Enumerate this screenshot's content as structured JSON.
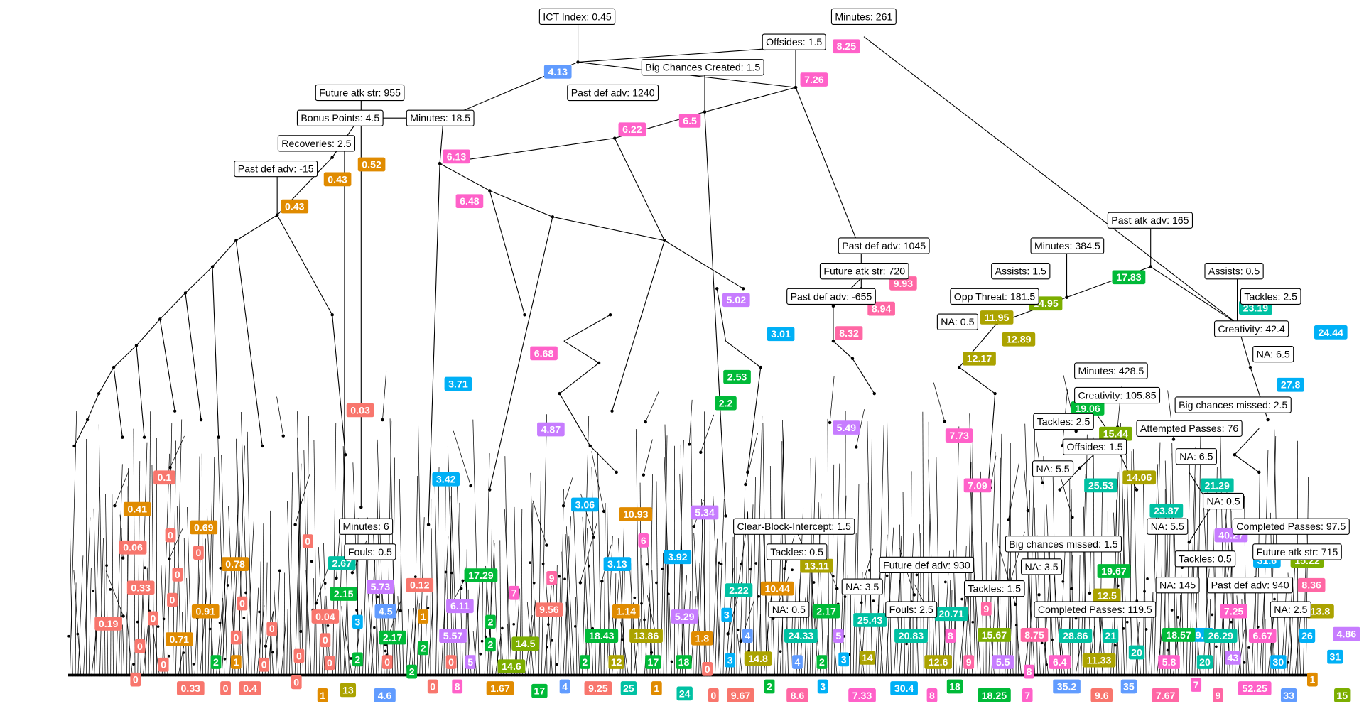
{
  "colors": {
    "s": "#F8766D",
    "o": "#E08B00",
    "y": "#ABA300",
    "g": "#00BA38",
    "l": "#7CAE00",
    "t": "#00C1A3",
    "b": "#00B0F6",
    "v": "#619CFF",
    "p": "#C77CFF",
    "k": "#FF61C9",
    "m": "#FF67A4"
  },
  "splits": [
    "ICT Index: 0.45",
    "Minutes: 261",
    "Offsides: 1.5",
    "Big Chances Created: 1.5",
    "Future atk str: 955",
    "Past def adv: 1240",
    "Bonus Points: 4.5",
    "Minutes: 18.5",
    "Recoveries: 2.5",
    "Past def adv: -15",
    "Past atk adv: 165",
    "Past def adv: 1045",
    "Minutes: 384.5",
    "Future atk str: 720",
    "Assists: 1.5",
    "Assists: 0.5",
    "Past def adv: -655",
    "Opp Threat: 181.5",
    "Tackles: 2.5",
    "NA: 0.5",
    "Creativity: 42.4",
    "NA: 6.5",
    "Minutes: 428.5",
    "Creativity: 105.85",
    "Big chances missed: 2.5",
    "Tackles: 2.5",
    "Attempted Passes: 76",
    "Offsides: 1.5",
    "NA: 6.5",
    "NA: 5.5",
    "NA: 0.5",
    "Clear-Block-Intercept: 1.5",
    "Minutes: 6",
    "Completed Passes: 97.5",
    "Big chances missed: 1.5",
    "Fouls: 0.5",
    "Tackles: 0.5",
    "Future atk str: 715",
    "NA: 5.5",
    "Tackles: 0.5",
    "Future def adv: 930",
    "NA: 3.5",
    "NA: 3.5",
    "Tackles: 1.5",
    "NA: 145",
    "Past def adv: 940",
    "NA: 0.5",
    "Fouls: 2.5",
    "Completed Passes: 119.5",
    "NA: 2.5"
  ],
  "values": [
    {
      "v": "8.25",
      "c": "k"
    },
    {
      "v": "4.13",
      "c": "v"
    },
    {
      "v": "7.26",
      "c": "k"
    },
    {
      "v": "6.5",
      "c": "k"
    },
    {
      "v": "6.22",
      "c": "k"
    },
    {
      "v": "6.13",
      "c": "k"
    },
    {
      "v": "0.52",
      "c": "o"
    },
    {
      "v": "0.43",
      "c": "o"
    },
    {
      "v": "0.43",
      "c": "o"
    },
    {
      "v": "6.48",
      "c": "k"
    },
    {
      "v": "17.83",
      "c": "g"
    },
    {
      "v": "9.93",
      "c": "m"
    },
    {
      "v": "8.94",
      "c": "m"
    },
    {
      "v": "5.02",
      "c": "p"
    },
    {
      "v": "14.95",
      "c": "l"
    },
    {
      "v": "11.95",
      "c": "y"
    },
    {
      "v": "23.19",
      "c": "t"
    },
    {
      "v": "3.01",
      "c": "b"
    },
    {
      "v": "8.32",
      "c": "m"
    },
    {
      "v": "12.89",
      "c": "y"
    },
    {
      "v": "24.44",
      "c": "b"
    },
    {
      "v": "6.68",
      "c": "k"
    },
    {
      "v": "12.17",
      "c": "y"
    },
    {
      "v": "2.53",
      "c": "g"
    },
    {
      "v": "3.71",
      "c": "b"
    },
    {
      "v": "27.8",
      "c": "b"
    },
    {
      "v": "2.2",
      "c": "g"
    },
    {
      "v": "0.03",
      "c": "s"
    },
    {
      "v": "19.06",
      "c": "g"
    },
    {
      "v": "4.87",
      "c": "p"
    },
    {
      "v": "5.49",
      "c": "p"
    },
    {
      "v": "7.73",
      "c": "k"
    },
    {
      "v": "15.44",
      "c": "l"
    },
    {
      "v": "0.1",
      "c": "s"
    },
    {
      "v": "3.42",
      "c": "b"
    },
    {
      "v": "25.53",
      "c": "t"
    },
    {
      "v": "14.06",
      "c": "y"
    },
    {
      "v": "7.09",
      "c": "k"
    },
    {
      "v": "3.06",
      "c": "b"
    },
    {
      "v": "10.93",
      "c": "o"
    },
    {
      "v": "0.41",
      "c": "o"
    },
    {
      "v": "5.34",
      "c": "p"
    },
    {
      "v": "21.29",
      "c": "t"
    },
    {
      "v": "23.87",
      "c": "t"
    },
    {
      "v": "0.69",
      "c": "o"
    },
    {
      "v": "0",
      "c": "s"
    },
    {
      "v": "0.06",
      "c": "s"
    },
    {
      "v": "0",
      "c": "s"
    },
    {
      "v": "0",
      "c": "s"
    },
    {
      "v": "6",
      "c": "k"
    },
    {
      "v": "0.78",
      "c": "o"
    },
    {
      "v": "2.67",
      "c": "t"
    },
    {
      "v": "17.29",
      "c": "g"
    },
    {
      "v": "9",
      "c": "m"
    },
    {
      "v": "3.13",
      "c": "b"
    },
    {
      "v": "3.92",
      "c": "b"
    },
    {
      "v": "13.11",
      "c": "y"
    },
    {
      "v": "19.67",
      "c": "g"
    },
    {
      "v": "40.27",
      "c": "p"
    },
    {
      "v": "31.6",
      "c": "b"
    },
    {
      "v": "15.22",
      "c": "l"
    },
    {
      "v": "0.33",
      "c": "s"
    },
    {
      "v": "0",
      "c": "s"
    },
    {
      "v": "5.73",
      "c": "p"
    },
    {
      "v": "0.12",
      "c": "s"
    },
    {
      "v": "7",
      "c": "k"
    },
    {
      "v": "2.15",
      "c": "g"
    },
    {
      "v": "0",
      "c": "s"
    },
    {
      "v": "0.91",
      "c": "o"
    },
    {
      "v": "0",
      "c": "s"
    },
    {
      "v": "10.44",
      "c": "o"
    },
    {
      "v": "2.22",
      "c": "t"
    },
    {
      "v": "8.36",
      "c": "m"
    },
    {
      "v": "12.5",
      "c": "y"
    },
    {
      "v": "0.19",
      "c": "s"
    },
    {
      "v": "0.04",
      "c": "s"
    },
    {
      "v": "3",
      "c": "b"
    },
    {
      "v": "4.5",
      "c": "v"
    },
    {
      "v": "1",
      "c": "o"
    },
    {
      "v": "6.11",
      "c": "p"
    },
    {
      "v": "2",
      "c": "g"
    },
    {
      "v": "9.56",
      "c": "s"
    },
    {
      "v": "1.14",
      "c": "o"
    },
    {
      "v": "5.29",
      "c": "p"
    },
    {
      "v": "1.8",
      "c": "o"
    },
    {
      "v": "0.71",
      "c": "o"
    },
    {
      "v": "0",
      "c": "s"
    },
    {
      "v": "0",
      "c": "s"
    },
    {
      "v": "0",
      "c": "s"
    },
    {
      "v": "0",
      "c": "s"
    },
    {
      "v": "2.17",
      "c": "g"
    },
    {
      "v": "5.57",
      "c": "p"
    },
    {
      "v": "2",
      "c": "g"
    },
    {
      "v": "3",
      "c": "b"
    },
    {
      "v": "2.17",
      "c": "g"
    },
    {
      "v": "25.43",
      "c": "t"
    },
    {
      "v": "20.71",
      "c": "t"
    },
    {
      "v": "9",
      "c": "m"
    },
    {
      "v": "8.75",
      "c": "m"
    },
    {
      "v": "13.8",
      "c": "y"
    },
    {
      "v": "7.25",
      "c": "k"
    },
    {
      "v": "29.6",
      "c": "b"
    },
    {
      "v": "26.29",
      "c": "t"
    },
    {
      "v": "6.67",
      "c": "k"
    },
    {
      "v": "26",
      "c": "b"
    },
    {
      "v": "4.86",
      "c": "p"
    },
    {
      "v": "18.57",
      "c": "g"
    },
    {
      "v": "21",
      "c": "t"
    },
    {
      "v": "28.86",
      "c": "t"
    },
    {
      "v": "15.67",
      "c": "l"
    },
    {
      "v": "8",
      "c": "k"
    },
    {
      "v": "20.83",
      "c": "t"
    },
    {
      "v": "24.33",
      "c": "t"
    },
    {
      "v": "4",
      "c": "v"
    },
    {
      "v": "5",
      "c": "p"
    },
    {
      "v": "18.43",
      "c": "g"
    },
    {
      "v": "13.86",
      "c": "y"
    },
    {
      "v": "14.5",
      "c": "l"
    },
    {
      "v": "2",
      "c": "g"
    },
    {
      "v": "0",
      "c": "s"
    },
    {
      "v": "0",
      "c": "s"
    },
    {
      "v": "2",
      "c": "g"
    },
    {
      "v": "1",
      "c": "o"
    },
    {
      "v": "0",
      "c": "s"
    },
    {
      "v": "0",
      "c": "s"
    },
    {
      "v": "0",
      "c": "s"
    },
    {
      "v": "2",
      "c": "g"
    },
    {
      "v": "0",
      "c": "s"
    },
    {
      "v": "2",
      "c": "g"
    },
    {
      "v": "0",
      "c": "s"
    },
    {
      "v": "5",
      "c": "p"
    },
    {
      "v": "14.6",
      "c": "l"
    },
    {
      "v": "2",
      "c": "g"
    },
    {
      "v": "12",
      "c": "y"
    },
    {
      "v": "17",
      "c": "g"
    },
    {
      "v": "18",
      "c": "g"
    },
    {
      "v": "0",
      "c": "s"
    },
    {
      "v": "3",
      "c": "b"
    },
    {
      "v": "14.8",
      "c": "y"
    },
    {
      "v": "4",
      "c": "v"
    },
    {
      "v": "2",
      "c": "g"
    },
    {
      "v": "3",
      "c": "b"
    },
    {
      "v": "14",
      "c": "y"
    },
    {
      "v": "12.6",
      "c": "y"
    },
    {
      "v": "9",
      "c": "m"
    },
    {
      "v": "5.5",
      "c": "p"
    },
    {
      "v": "8",
      "c": "k"
    },
    {
      "v": "6.4",
      "c": "k"
    },
    {
      "v": "11.33",
      "c": "y"
    },
    {
      "v": "20",
      "c": "t"
    },
    {
      "v": "5.8",
      "c": "k"
    },
    {
      "v": "20",
      "c": "t"
    },
    {
      "v": "43",
      "c": "p"
    },
    {
      "v": "30",
      "c": "b"
    },
    {
      "v": "31",
      "c": "b"
    },
    {
      "v": "0",
      "c": "s"
    },
    {
      "v": "0.33",
      "c": "s"
    },
    {
      "v": "0",
      "c": "s"
    },
    {
      "v": "0.4",
      "c": "s"
    },
    {
      "v": "0",
      "c": "s"
    },
    {
      "v": "1",
      "c": "o"
    },
    {
      "v": "13",
      "c": "y"
    },
    {
      "v": "4.6",
      "c": "v"
    },
    {
      "v": "0",
      "c": "s"
    },
    {
      "v": "8",
      "c": "k"
    },
    {
      "v": "1.67",
      "c": "o"
    },
    {
      "v": "17",
      "c": "g"
    },
    {
      "v": "4",
      "c": "v"
    },
    {
      "v": "9.25",
      "c": "s"
    },
    {
      "v": "25",
      "c": "t"
    },
    {
      "v": "1",
      "c": "o"
    },
    {
      "v": "24",
      "c": "t"
    },
    {
      "v": "0",
      "c": "s"
    },
    {
      "v": "9.67",
      "c": "s"
    },
    {
      "v": "2",
      "c": "g"
    },
    {
      "v": "8.6",
      "c": "m"
    },
    {
      "v": "3",
      "c": "b"
    },
    {
      "v": "7.33",
      "c": "k"
    },
    {
      "v": "30.4",
      "c": "b"
    },
    {
      "v": "8",
      "c": "k"
    },
    {
      "v": "18",
      "c": "g"
    },
    {
      "v": "18.25",
      "c": "g"
    },
    {
      "v": "7",
      "c": "k"
    },
    {
      "v": "35.2",
      "c": "v"
    },
    {
      "v": "9.6",
      "c": "s"
    },
    {
      "v": "35",
      "c": "v"
    },
    {
      "v": "7.67",
      "c": "m"
    },
    {
      "v": "7",
      "c": "k"
    },
    {
      "v": "9",
      "c": "m"
    },
    {
      "v": "52.25",
      "c": "k"
    },
    {
      "v": "33",
      "c": "v"
    },
    {
      "v": "15",
      "c": "l"
    },
    {
      "v": "1",
      "c": "o"
    }
  ]
}
